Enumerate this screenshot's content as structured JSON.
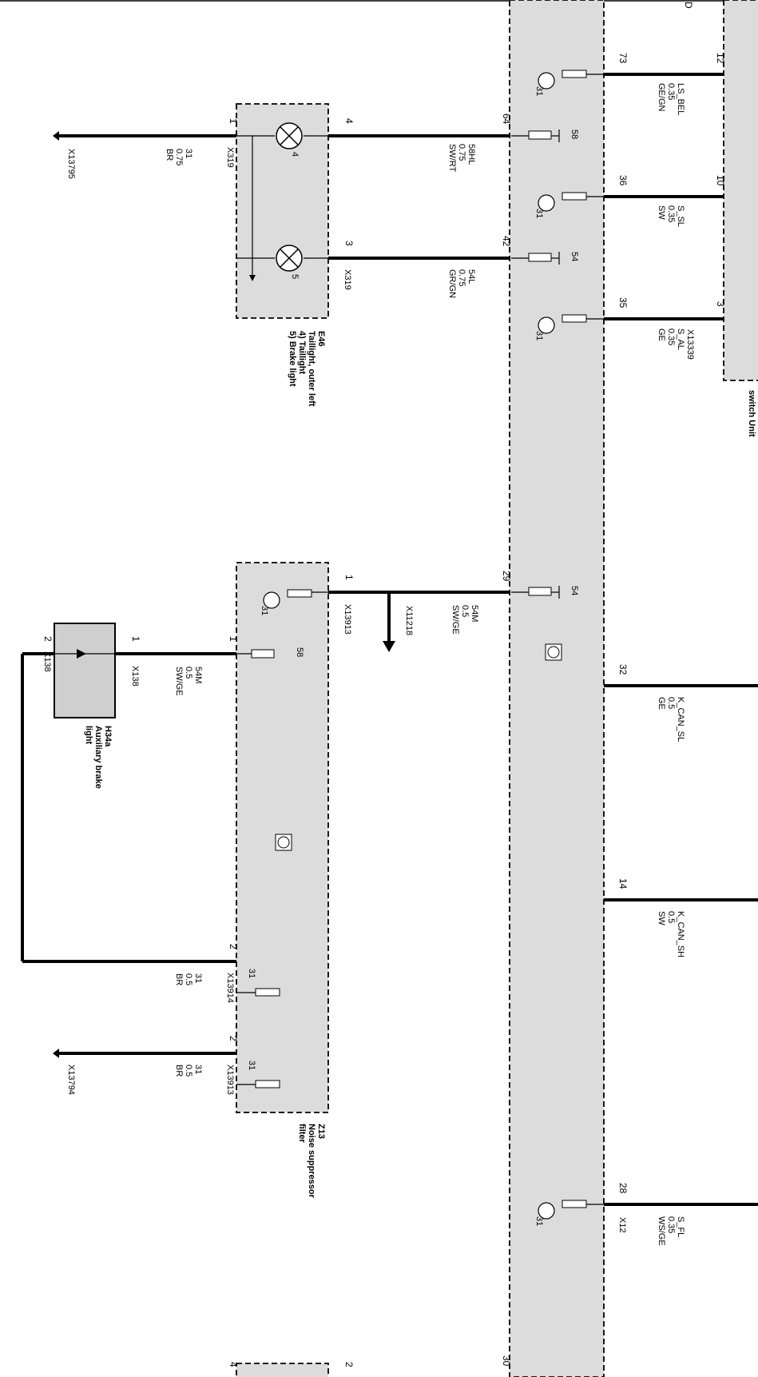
{
  "wires": {
    "w1": {
      "num": "31",
      "cs": "0.75",
      "color": "BR"
    },
    "w2": {
      "num": "58HL",
      "cs": "0.75",
      "color": "SW/RT"
    },
    "w3": {
      "num": "54L",
      "cs": "0.75",
      "color": "GR/GN"
    },
    "w4": {
      "num": "LS_BEL",
      "cs": "0.35",
      "color": "GE/GN"
    },
    "w5": {
      "num": "S_SL",
      "cs": "0.35",
      "color": "SW"
    },
    "w6": {
      "num": "S_AL",
      "cs": "0.35",
      "color": "GE"
    },
    "w7": {
      "num": "54M",
      "cs": "0.5",
      "color": "SW/GE"
    },
    "w8": {
      "num": "54M",
      "cs": "0.5",
      "color": "SW/GE"
    },
    "w9": {
      "num": "K_CAN_SL",
      "cs": "0.5",
      "color": "GE"
    },
    "w10": {
      "num": "K_CAN_SH",
      "cs": "0.5",
      "color": "SW"
    },
    "w11": {
      "num": "31",
      "cs": "0.5",
      "color": "BR"
    },
    "w12": {
      "num": "31",
      "cs": "0.5",
      "color": "BR"
    },
    "w13": {
      "num": "S_FL",
      "cs": "0.35",
      "color": "WS/GE"
    }
  },
  "connectors": {
    "x13795": "X13795",
    "x319a": "X319",
    "x319b": "X319",
    "x13339": "X13339",
    "x13913a": "X13913",
    "x11218": "X11218",
    "x138a": "X138",
    "x138b": "X138",
    "x13914": "X13914",
    "x13913b": "X13913",
    "x13794": "X13794",
    "x12": "X12"
  },
  "pins": {
    "p1": "1",
    "p4": "4",
    "p3": "3",
    "p64": "64",
    "p42": "42",
    "p73": "73",
    "p36": "36",
    "p35": "35",
    "p12": "12",
    "p10": "10",
    "p3b": "3",
    "p29": "29",
    "p1b": "1",
    "p1c": "1",
    "p2a": "2",
    "p1d": "1",
    "p32": "32",
    "p14": "14",
    "p2b": "2",
    "p2c": "2",
    "p28": "28",
    "p30": "30",
    "p4b": "4",
    "p2d": "2",
    "pD": "D"
  },
  "terminals": {
    "t58": "58",
    "t54a": "54",
    "t54b": "54",
    "t58b": "58",
    "t31": "31"
  },
  "lamps": {
    "l4": "4",
    "l5": "5"
  },
  "components": {
    "e46": {
      "id": "E46",
      "l1": "Taillight, outer left",
      "l2": "4) Taillight",
      "l3": "5) Brake light"
    },
    "h34a": {
      "id": "H34a",
      "l1": "Auxiliary brake",
      "l2": "light"
    },
    "z13": {
      "id": "Z13",
      "l1": "Noise suppressor",
      "l2": "filter"
    },
    "switch": {
      "l1": "switch Unit"
    }
  }
}
